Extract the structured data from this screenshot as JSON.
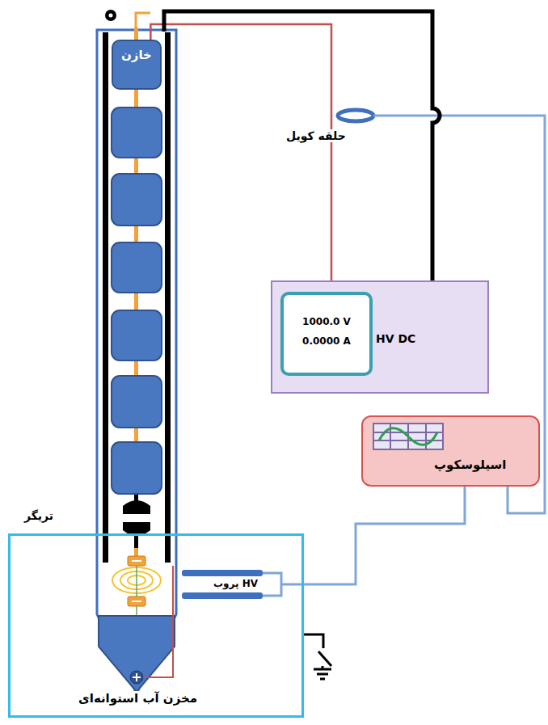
{
  "diagram": {
    "nodes": [
      {
        "text": [
          "خازن"
        ]
      },
      {
        "text": [
          "HV DC"
        ]
      },
      {
        "text": [
          "1000.0 V",
          "0.0000 A"
        ],
        "in": 1
      },
      {
        "text": [
          "اسیلوسکوپ"
        ]
      },
      {
        "text": [
          "مخزن آب استوانه‌ای"
        ]
      }
    ],
    "edges": [
      {
        "from": 0,
        "to": 1,
        "arrow": "none"
      },
      {
        "from": 0,
        "to": 1,
        "arrow": "none"
      },
      {
        "from": 3,
        "to": 4,
        "arrow": "none"
      }
    ],
    "labels": [
      "حلقه کویل",
      "تریگر",
      "پروب HV"
    ]
  }
}
